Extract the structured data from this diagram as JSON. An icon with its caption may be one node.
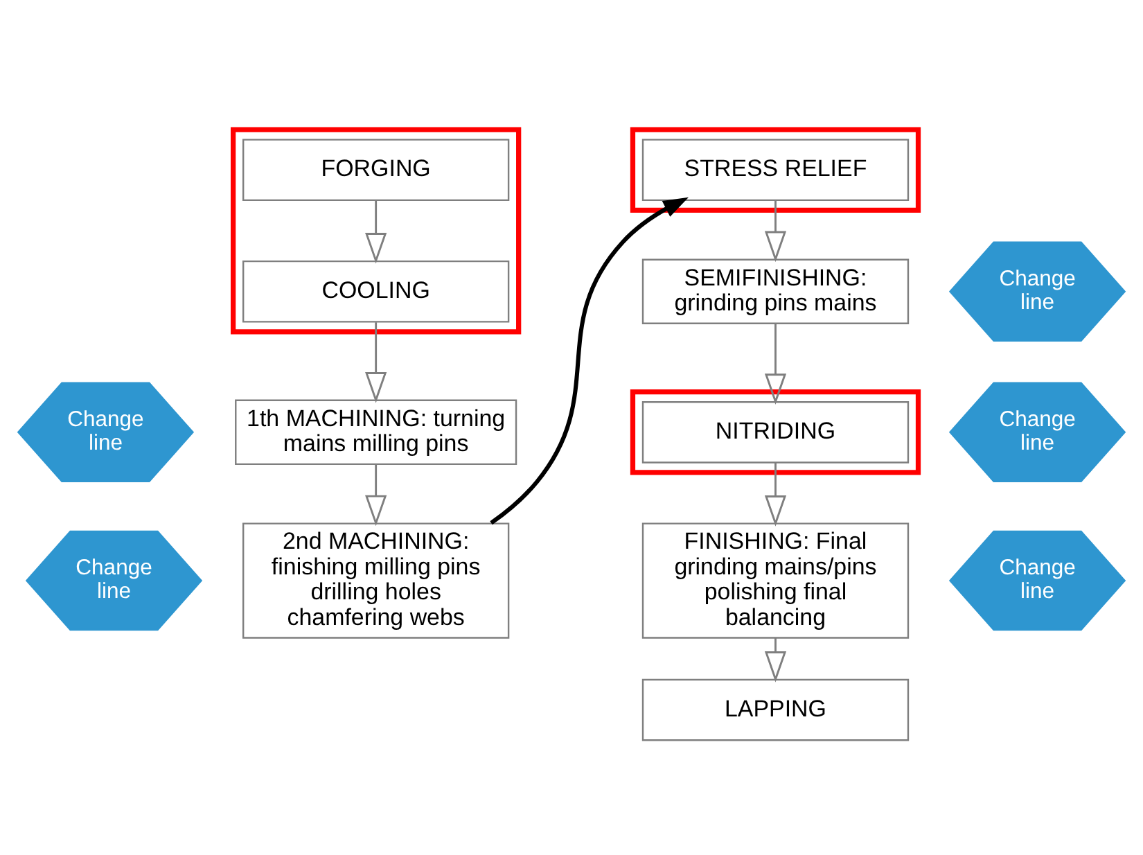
{
  "diagram": {
    "nodes": [
      {
        "text": [],
        "shape": "box"
      },
      {
        "text": [
          "FORGING"
        ],
        "in": 0
      },
      {
        "text": [
          "COOLING"
        ],
        "in": 0
      },
      {
        "text": [
          "1th MACHINING: turning mains milling pins"
        ]
      },
      {
        "text": [
          "2nd MACHINING: finishing milling pins drilling holes chamfering webs"
        ]
      },
      {
        "text": [],
        "shape": "box"
      },
      {
        "text": [
          "STRESS RELIEF"
        ],
        "in": 5
      },
      {
        "text": [
          "SEMIFINISHING: grinding pins mains"
        ]
      },
      {
        "text": [],
        "shape": "box"
      },
      {
        "text": [
          "NITRIDING"
        ],
        "in": 8
      },
      {
        "text": [
          "FINISHING: Final grinding mains/pins polishing final balancing"
        ]
      },
      {
        "text": [
          "LAPPING"
        ]
      },
      {
        "text": [
          "Change line"
        ]
      },
      {
        "text": [
          "Change line"
        ]
      },
      {
        "text": [
          "Change line"
        ]
      },
      {
        "text": [
          "Change line"
        ]
      },
      {
        "text": [
          "Change line"
        ]
      }
    ],
    "edges": [
      {
        "from": 1,
        "to": 2,
        "arrow": "to"
      },
      {
        "from": 2,
        "to": 3,
        "arrow": "to"
      },
      {
        "from": 3,
        "to": 4,
        "arrow": "to"
      },
      {
        "from": 4,
        "to": 6,
        "arrow": "to",
        "style": "thick",
        "color": "#000000"
      },
      {
        "from": 6,
        "to": 7,
        "arrow": "to"
      },
      {
        "from": 7,
        "to": 9,
        "arrow": "to"
      },
      {
        "from": 9,
        "to": 10,
        "arrow": "to"
      },
      {
        "from": 10,
        "to": 11,
        "arrow": "to"
      }
    ]
  }
}
